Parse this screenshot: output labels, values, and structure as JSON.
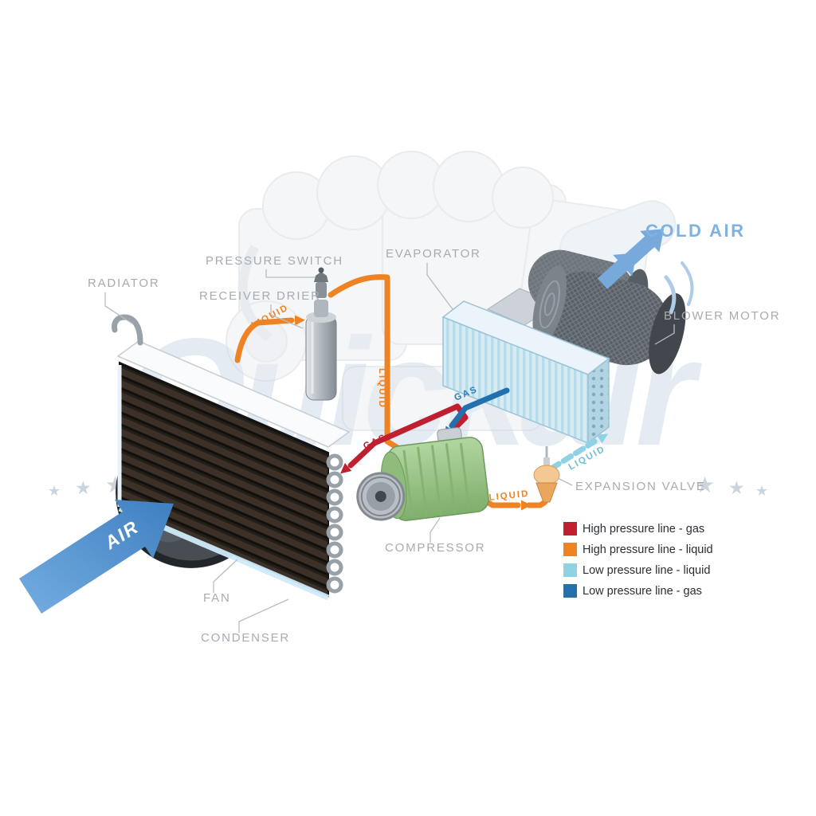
{
  "watermark": {
    "text": "Quickair",
    "star": "★"
  },
  "component_labels": {
    "radiator": "RADIATOR",
    "pressure_switch": "PRESSURE SWITCH",
    "receiver_drier": "RECEIVER DRIER",
    "evaporator": "EVAPORATOR",
    "blower_motor": "BLOWER MOTOR",
    "cold_air": "COLD AIR",
    "expansion_valve": "EXPANSION VALVE",
    "compressor": "COMPRESSOR",
    "fan": "FAN",
    "condenser": "CONDENSER",
    "air": "AIR"
  },
  "line_labels": {
    "liquid": "LIQUID",
    "gas": "GAS"
  },
  "legend": {
    "items": [
      {
        "label": "High pressure line - gas",
        "color": "#c01f2f"
      },
      {
        "label": "High pressure line - liquid",
        "color": "#ef8222"
      },
      {
        "label": "Low pressure line - liquid",
        "color": "#8ed2e3"
      },
      {
        "label": "Low pressure line -  gas",
        "color": "#2271ae"
      }
    ]
  },
  "colors": {
    "high_pressure_gas": "#c01f2f",
    "high_pressure_liquid": "#ef8222",
    "low_pressure_liquid": "#8ed2e3",
    "low_pressure_gas": "#2271ae",
    "cold_air_text": "#7fb2e2",
    "air_arrow": "#4f93cf"
  }
}
